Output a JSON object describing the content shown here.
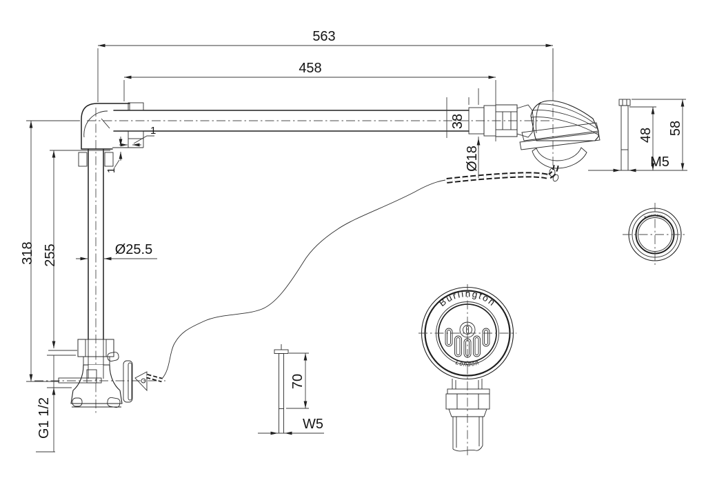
{
  "drawing": {
    "type": "technical-dimension-drawing",
    "subject": "bath overflow filler with plug and chain",
    "brand": {
      "face_top": "Burlington",
      "face_bottom": "London",
      "ring_engraving": "Burlington"
    },
    "dims": {
      "overall_length": "563",
      "pipe_length": "458",
      "tail_length": "38",
      "tail_diameter": "Ø18",
      "overall_height": "318",
      "vertical_pipe_length": "255",
      "pipe_diameter": "Ø25.5",
      "wall_offset_a": "1",
      "wall_offset_b": "1",
      "screw_thread_length": "48",
      "screw_length": "58",
      "screw_thread": "M5",
      "stud_length": "70",
      "stud_thread": "W5",
      "body_thread": "G1 1/2"
    },
    "line_color": "#1f1f1f",
    "background": "#ffffff"
  }
}
